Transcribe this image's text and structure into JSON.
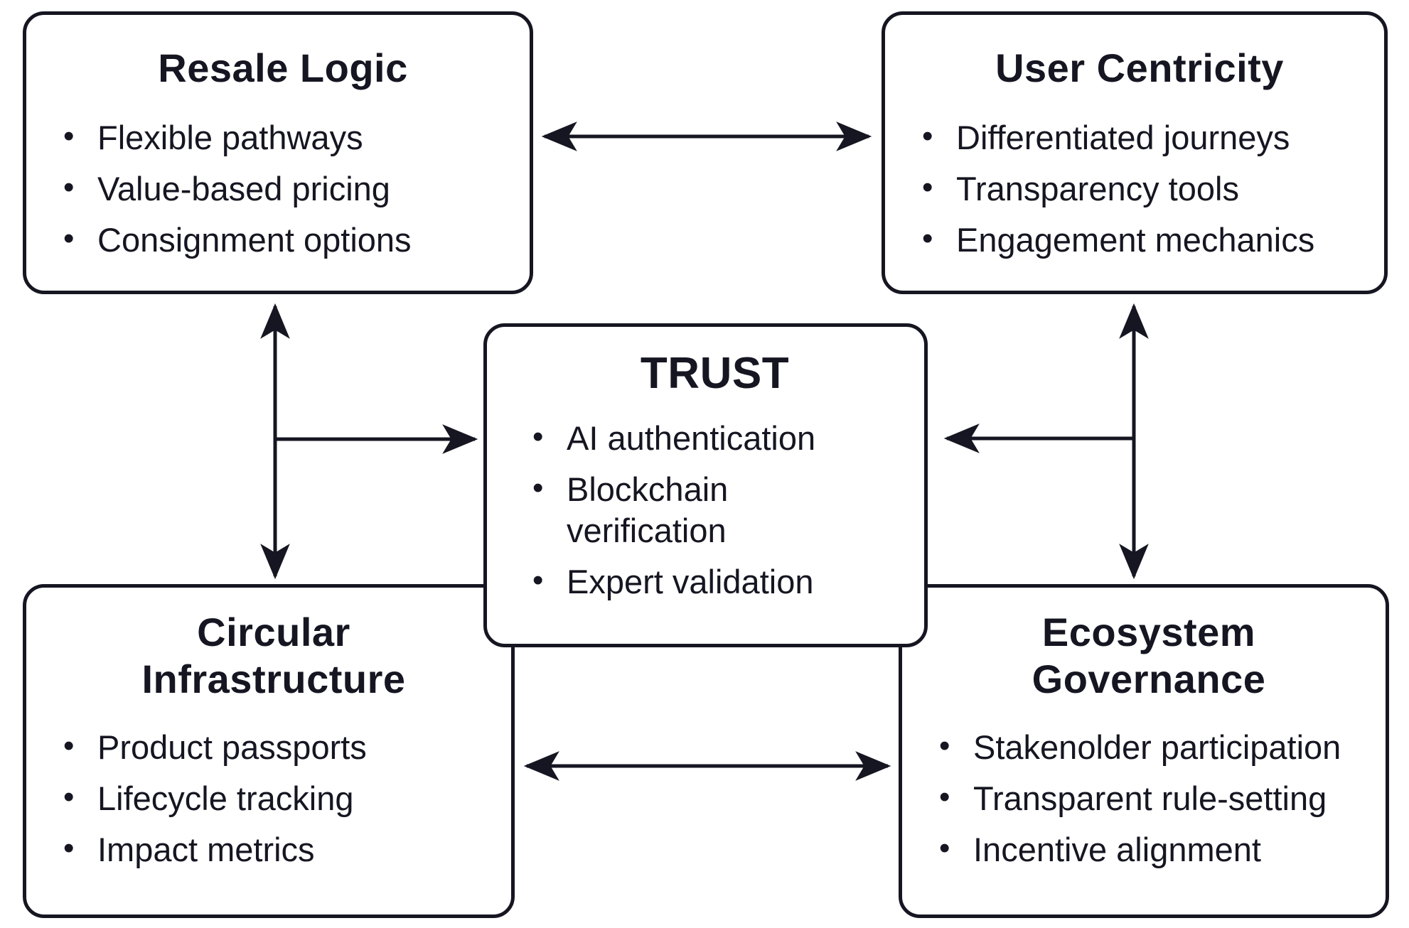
{
  "colors": {
    "ink": "#161622",
    "background": "#ffffff"
  },
  "boxes": {
    "resale_logic": {
      "title": "Resale Logic",
      "bullets": [
        "Flexible pathways",
        "Value-based pricing",
        "Consignment options"
      ]
    },
    "user_centricity": {
      "title": "User Centricity",
      "bullets": [
        "Differentiated journeys",
        "Transparency tools",
        "Engagement mechanics"
      ]
    },
    "trust": {
      "title": "TRUST",
      "bullets": [
        "AI authentication",
        "Blockchain\nverification",
        "Expert validation"
      ]
    },
    "circular_infrastructure": {
      "title_lines": [
        "Circular",
        "Infrastructure"
      ],
      "bullets": [
        "Product passports",
        "Lifecycle tracking",
        "Impact metrics"
      ]
    },
    "ecosystem_governance": {
      "title_lines": [
        "Ecosystem",
        "Governance"
      ],
      "bullets": [
        "Stakenolder participation",
        "Transparent rule-setting",
        "Incentive alignment"
      ]
    }
  }
}
